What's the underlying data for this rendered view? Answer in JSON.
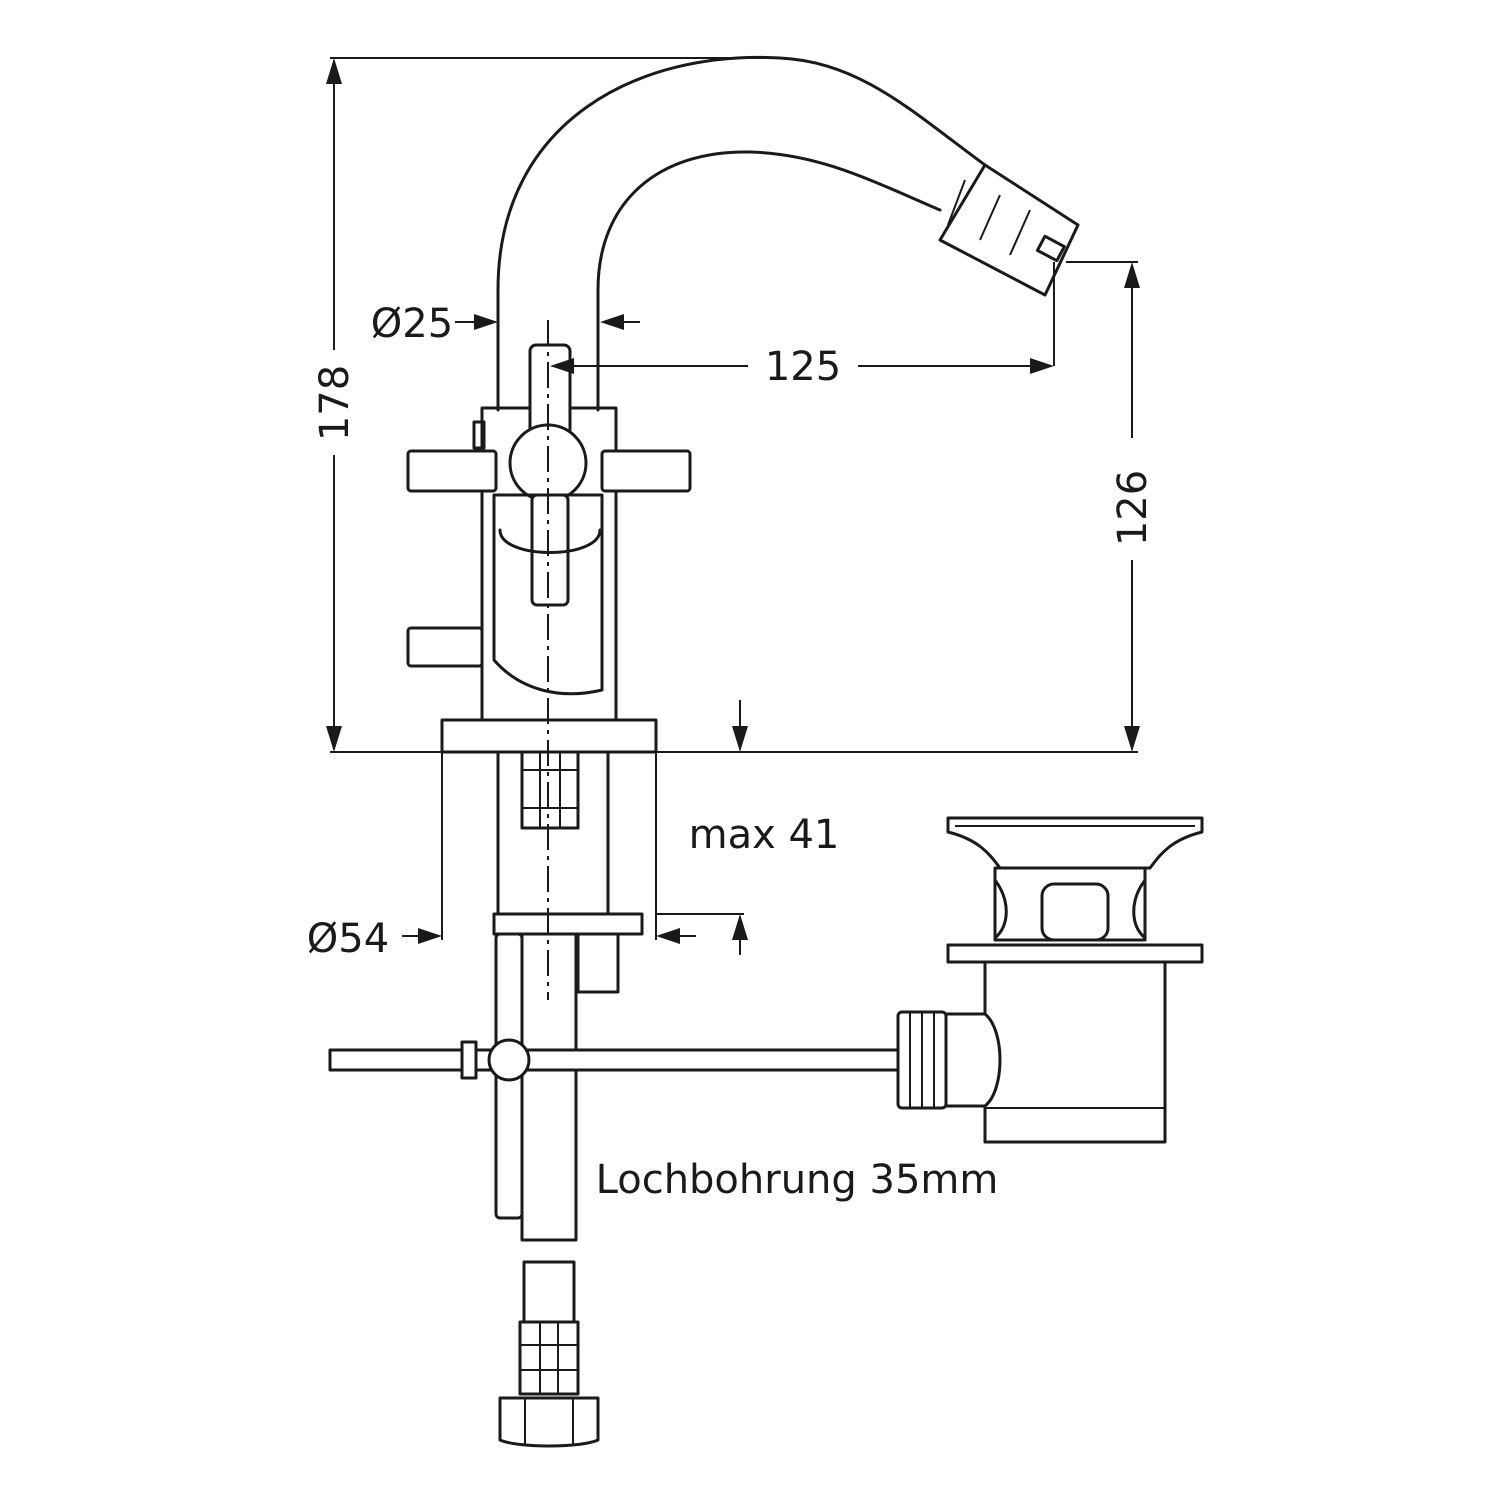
{
  "dimensions": {
    "total_height": "178",
    "pipe_diameter": "Ø25",
    "spout_reach": "125",
    "spout_height": "126",
    "deck_thickness": "max 41",
    "base_diameter": "Ø54"
  },
  "notes": {
    "hole": "Lochbohrung 35mm"
  }
}
